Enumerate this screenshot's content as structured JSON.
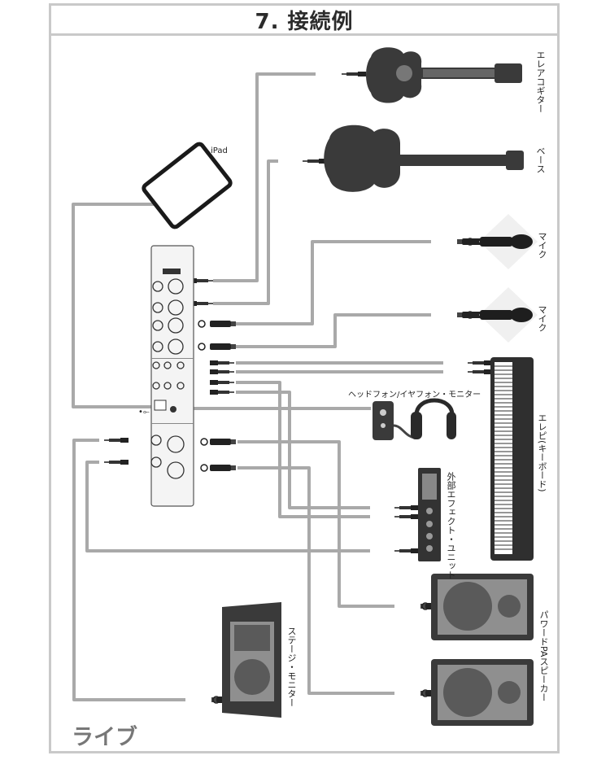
{
  "section": {
    "title": "7. 接続例",
    "scene": "ライブ"
  },
  "labels": {
    "electric_acoustic_guitar": "エレアコギター",
    "bass": "ベース",
    "mic_1": "マイク",
    "mic_2": "マイク",
    "ipad": "iPad",
    "keyboard": "エレピ(キーボード)",
    "headphones": "ヘッドフォン/イヤフォン・モニター",
    "external_effects": "外部エフェクト・ユニット",
    "powered_pa": "パワードPAスピーカー",
    "stage_monitor": "ステージ・モニター"
  },
  "colors": {
    "cable": "#a9a9a9",
    "device_dark": "#3a3a3a",
    "device_mid": "#8a8a8a",
    "frame": "#c9c9c9"
  }
}
